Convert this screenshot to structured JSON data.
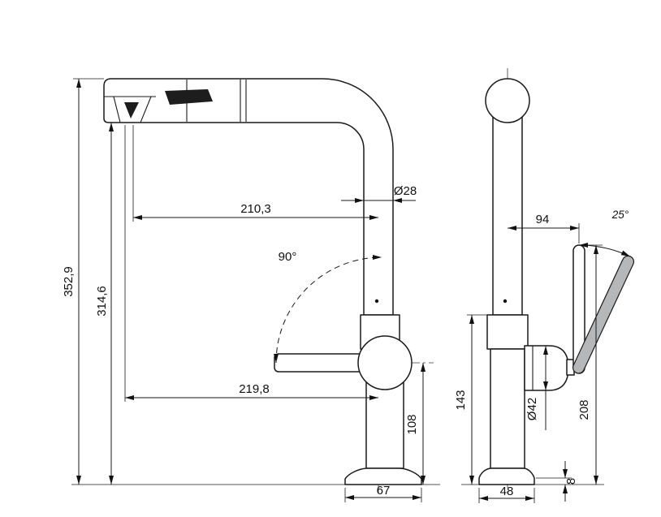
{
  "colors": {
    "line": "#1a1a1a",
    "lever_fill": "#b5b8ba",
    "button_fill": "#1d1d1d"
  },
  "front_view": {
    "overall_height": "352,9",
    "spout_underside_height": "314,6",
    "reach_to_axis": "210,3",
    "pipe_diameter": "Ø28",
    "swivel_angle": "90°",
    "reach_to_outlet": "219,8",
    "lever_axis_height": "108",
    "base_width": "67"
  },
  "side_view": {
    "handle_offset": "94",
    "handle_tilt_angle": "25°",
    "body_height": "143",
    "body_diameter": "Ø42",
    "handle_top_height": "208",
    "base_width": "48",
    "base_plate_thickness": "8"
  }
}
